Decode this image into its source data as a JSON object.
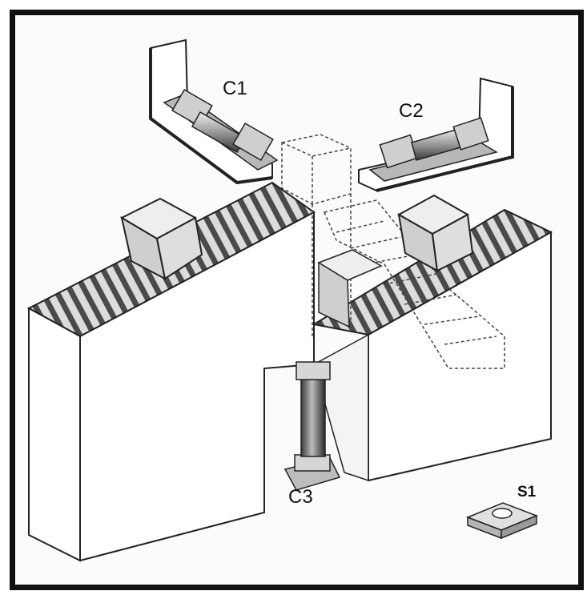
{
  "labels": {
    "c1": "C1",
    "c2": "C2",
    "c3": "C3",
    "s1": "S1"
  },
  "colors": {
    "frame": "#111111",
    "line": "#222222",
    "wall": "#ffffff",
    "roller_dark": "#5a5a5a",
    "roller_light": "#cfcfcf",
    "package": "#d9d9d9",
    "cylinder": "#8a8a8a"
  }
}
